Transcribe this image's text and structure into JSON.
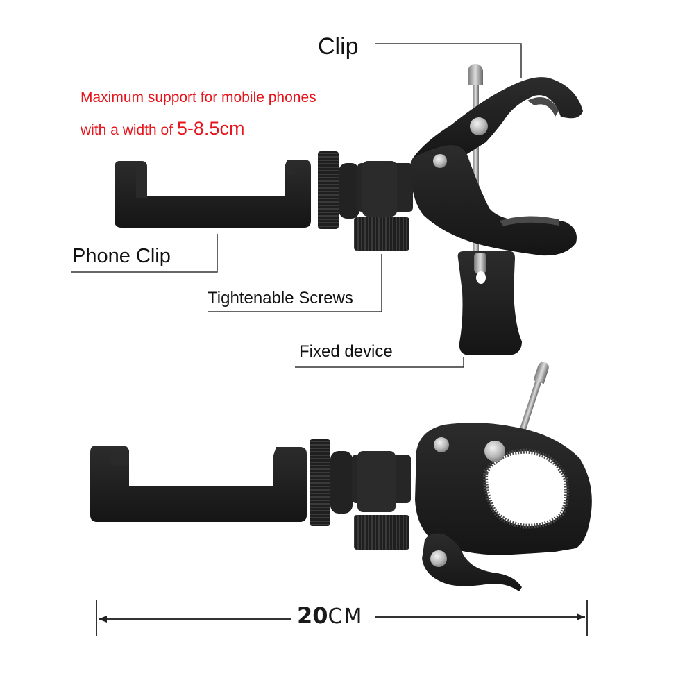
{
  "headline": {
    "line1": "Maximum support for mobile phones",
    "line2_prefix": "with a width of ",
    "line2_value": "5-8.5cm",
    "color": "#e8141b"
  },
  "callouts": {
    "clip": "Clip",
    "phone_clip": "Phone Clip",
    "tightenable_screws": "Tightenable Screws",
    "fixed_device": "Fixed device"
  },
  "dimension": {
    "num": "20",
    "unit": "CM"
  },
  "colors": {
    "product_body": "#1e1e1e",
    "metal": "#c9c9c9",
    "leader_line": "#333333",
    "background": "#ffffff"
  }
}
